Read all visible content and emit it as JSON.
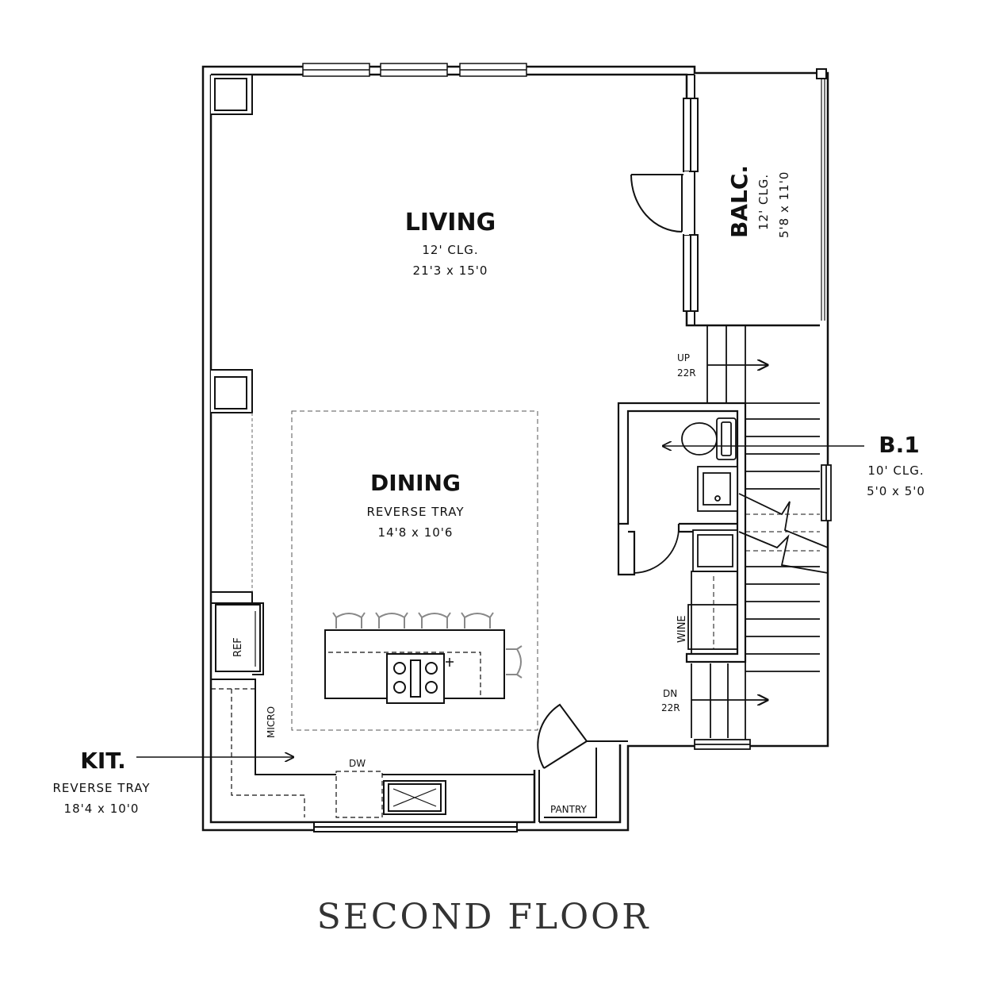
{
  "plan_title": "SECOND FLOOR",
  "rooms": {
    "living": {
      "name": "LIVING",
      "ceiling": "12' CLG.",
      "size": "21'3 x 15'0"
    },
    "balcony": {
      "name": "BALC.",
      "ceiling": "12' CLG.",
      "size": "5'8 x 11'0"
    },
    "dining": {
      "name": "DINING",
      "ceiling": "REVERSE TRAY",
      "size": "14'8 x 10'6"
    },
    "bath": {
      "name": "B.1",
      "ceiling": "10' CLG.",
      "size": "5'0 x 5'0"
    },
    "kitchen": {
      "name": "KIT.",
      "ceiling": "REVERSE TRAY",
      "size": "18'4 x 10'0"
    }
  },
  "fixtures": {
    "ref": "REF",
    "micro": "MICRO",
    "dw": "DW",
    "wine": "WINE",
    "pantry": "PANTRY"
  },
  "stairs": {
    "up_label": "UP",
    "up_risers": "22R",
    "down_label": "DN",
    "down_risers": "22R"
  },
  "colors": {
    "line": "#111111",
    "dashed": "#555555",
    "stool": "#888888",
    "title": "#333333"
  }
}
